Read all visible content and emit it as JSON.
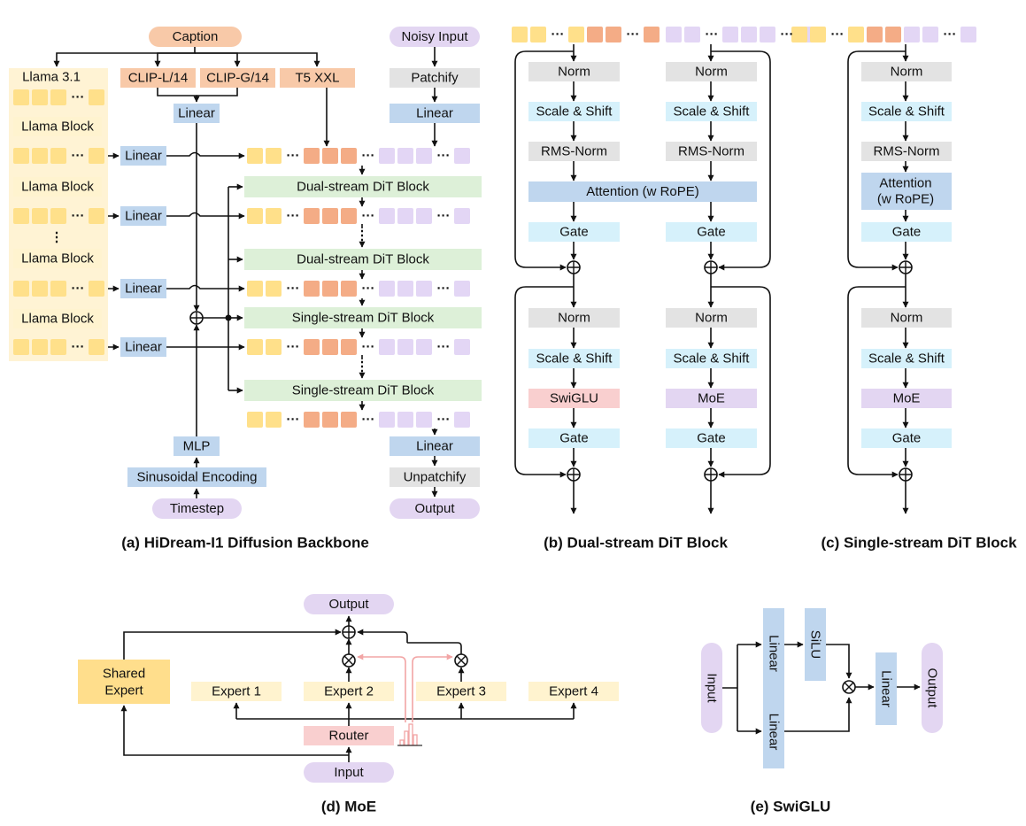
{
  "colors": {
    "orange": "#F8C9A8",
    "purple": "#E3D6F2",
    "gray": "#E3E3E3",
    "blue": "#BFD6EE",
    "green": "#DDF0D8",
    "cyan": "#D6F1FB",
    "red": "#F9CFCF",
    "pale": "#FFF3CF",
    "yellow": "#FFDE8C",
    "token_yellow": "#FFE08A",
    "token_orange": "#F4AC86",
    "token_purple": "#E3D6F5",
    "llama_bg": "#FFF3D4",
    "router_hist": "#F2A5A5"
  },
  "labels": {
    "a_caption": "Caption",
    "a_noisy": "Noisy Input",
    "a_llama": "Llama 3.1",
    "a_clipl": "CLIP-L/14",
    "a_clipg": "CLIP-G/14",
    "a_t5": "T5 XXL",
    "a_patchify": "Patchify",
    "a_linear": "Linear",
    "a_llama_block": "Llama Block",
    "a_dual": "Dual-stream DiT Block",
    "a_single": "Single-stream DiT Block",
    "a_mlp": "MLP",
    "a_sin": "Sinusoidal Encoding",
    "a_timestep": "Timestep",
    "a_unpatchify": "Unpatchify",
    "a_output": "Output",
    "a_dots": "···",
    "a_vdots": "⋮",
    "bc_norm": "Norm",
    "bc_scale": "Scale &  Shift",
    "bc_rms": "RMS-Norm",
    "b_attn": "Attention (w RoPE)",
    "c_attn1": "Attention",
    "c_attn2": "(w RoPE)",
    "bc_gate": "Gate",
    "bc_swiglu": "SwiGLU",
    "bc_moe": "MoE",
    "d_output": "Output",
    "d_shared1": "Shared",
    "d_shared2": "Expert",
    "d_e1": "Expert 1",
    "d_e2": "Expert 2",
    "d_e3": "Expert 3",
    "d_e4": "Expert 4",
    "d_router": "Router",
    "d_input": "Input",
    "e_input": "Input",
    "e_linear": "Linear",
    "e_silu": "SiLU",
    "e_output": "Output"
  },
  "captions": {
    "a": "(a) HiDream-I1 Diffusion Backbone",
    "b": "(b) Dual-stream DiT Block",
    "c": "(c) Single-stream DiT Block",
    "d": "(d) MoE",
    "e": "(e) SwiGLU"
  }
}
